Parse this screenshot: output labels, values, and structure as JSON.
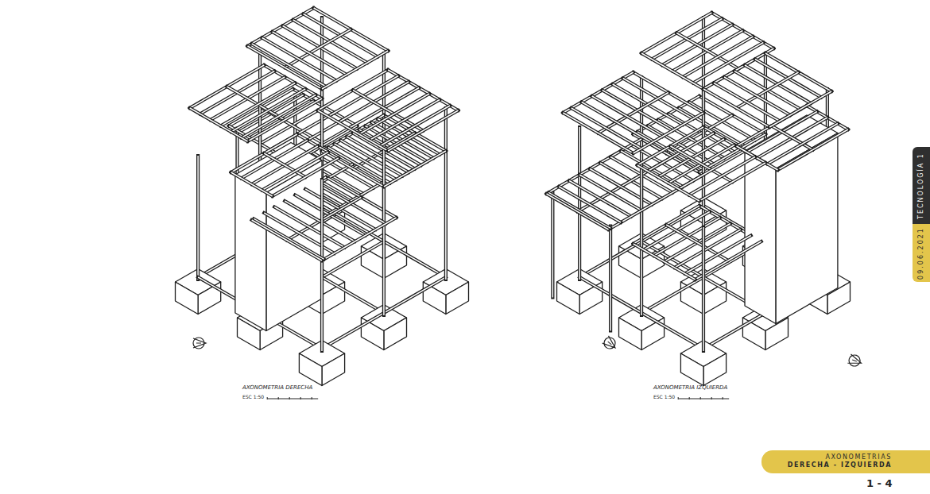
{
  "diagram": {
    "nodes": [
      {
        "text": [
          "TECNOLOGÍA 1"
        ]
      },
      {
        "text": [
          "09.06.2021"
        ]
      },
      {
        "text": [
          "AXONOMETRIAS",
          "DERECHA - IZQUIERDA"
        ]
      }
    ],
    "labels": [
      "AXONOMETRIA DERECHA",
      "ESC 1:50",
      "AXONOMETRIA IZQUIERDA",
      "ESC 1:50",
      "1 - 4"
    ]
  }
}
